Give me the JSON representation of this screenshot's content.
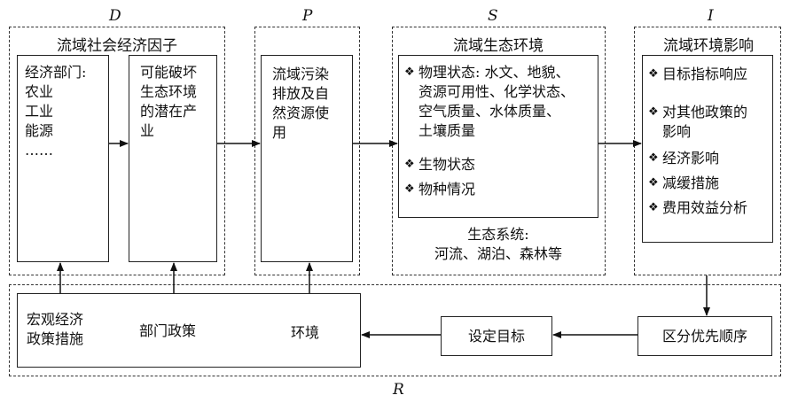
{
  "letters": {
    "d": "D",
    "p": "P",
    "s": "S",
    "i": "I",
    "r": "R"
  },
  "d_section": {
    "title": "流域社会经济因子",
    "box1_lines": [
      "经济部门:",
      "农业",
      "工业",
      "能源",
      "……"
    ],
    "box2_lines": [
      "可能破坏",
      "生态环境",
      "的潜在产",
      "业"
    ]
  },
  "p_section": {
    "box_lines": [
      "流域污染",
      "排放及自",
      "然资源使",
      "用"
    ]
  },
  "s_section": {
    "title": "流域生态环境",
    "bullet_symbol": "❖",
    "items": [
      {
        "lines": [
          "物理状态: 水文、地貌、",
          "资源可用性、化学状态、",
          "空气质量、水体质量、",
          "土壤质量"
        ]
      },
      {
        "lines": [
          "生物状态"
        ]
      },
      {
        "lines": [
          "物种情况"
        ]
      }
    ],
    "footer_lines": [
      "生态系统:",
      "河流、湖泊、森林等"
    ]
  },
  "i_section": {
    "title": "流域环境影响",
    "items": [
      {
        "lines": [
          "目标指标响应"
        ]
      },
      {
        "lines": [
          "对其他政策的",
          "影响"
        ]
      },
      {
        "lines": [
          "经济影响"
        ]
      },
      {
        "lines": [
          "减缓措施"
        ]
      },
      {
        "lines": [
          "费用效益分析"
        ]
      }
    ]
  },
  "r_section": {
    "big_box_line1": [
      "宏观经济",
      "政策措施"
    ],
    "big_box_label2": "部门政策",
    "big_box_label3": "环境",
    "target_box": "设定目标",
    "priority_box": "区分优先顺序"
  }
}
